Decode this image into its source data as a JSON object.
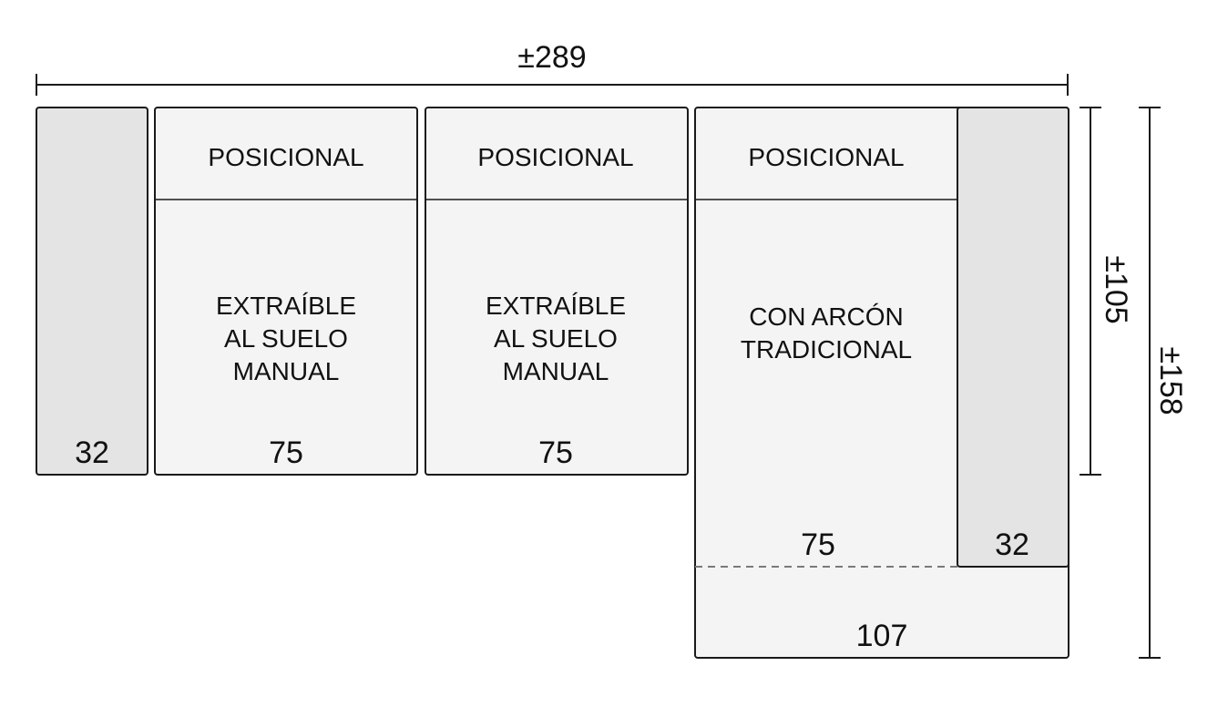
{
  "colors": {
    "stroke": "#1a1a1a",
    "module_fill": "#f4f4f4",
    "arm_fill": "#e4e4e4",
    "dash": "#7a7a7a"
  },
  "dimensions": {
    "total_width": "±289",
    "seat_depth": "±105",
    "chaise_depth": "±158"
  },
  "modules": {
    "arm_left": {
      "width": "32"
    },
    "seat_1": {
      "header": "POSICIONAL",
      "body": [
        "EXTRAÍBLE",
        "AL SUELO",
        "MANUAL"
      ],
      "width": "75"
    },
    "seat_2": {
      "header": "POSICIONAL",
      "body": [
        "EXTRAÍBLE",
        "AL SUELO",
        "MANUAL"
      ],
      "width": "75"
    },
    "chaise": {
      "header": "POSICIONAL",
      "body": [
        "CON ARCÓN",
        "TRADICIONAL"
      ],
      "width": "75",
      "footer_width": "107"
    },
    "arm_right": {
      "width": "32"
    }
  }
}
